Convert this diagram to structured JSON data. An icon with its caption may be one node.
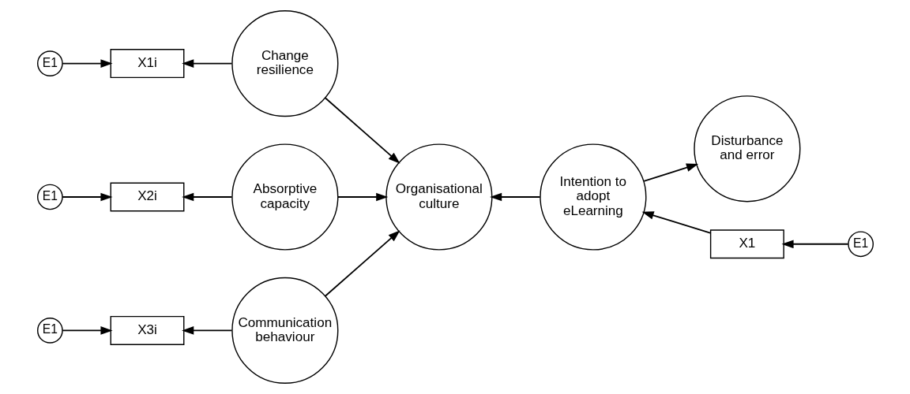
{
  "diagram": {
    "nodes": [
      {
        "text": [
          "E1"
        ]
      },
      {
        "text": [
          "X1i"
        ]
      },
      {
        "text": [
          "Change resilience"
        ]
      },
      {
        "text": [
          "Disturbance and error"
        ]
      },
      {
        "text": [
          "E1"
        ]
      },
      {
        "text": [
          "X2i"
        ]
      },
      {
        "text": [
          "Absorptive capacity"
        ]
      },
      {
        "text": [
          "Organisational culture"
        ]
      },
      {
        "text": [
          "Intention to adopt eLearning"
        ]
      },
      {
        "text": [
          "X1"
        ]
      },
      {
        "text": [
          "E1"
        ]
      },
      {
        "text": [
          "E1"
        ]
      },
      {
        "text": [
          "X3i"
        ]
      },
      {
        "text": [
          "Communication behaviour"
        ]
      }
    ],
    "edges": [
      {
        "from": 0,
        "to": 1,
        "arrow": "to"
      },
      {
        "from": 2,
        "to": 1,
        "arrow": "to"
      },
      {
        "from": 4,
        "to": 5,
        "arrow": "to"
      },
      {
        "from": 6,
        "to": 5,
        "arrow": "to"
      },
      {
        "from": 11,
        "to": 12,
        "arrow": "to"
      },
      {
        "from": 13,
        "to": 12,
        "arrow": "to"
      },
      {
        "from": 2,
        "to": 7,
        "arrow": "to"
      },
      {
        "from": 6,
        "to": 7,
        "arrow": "to"
      },
      {
        "from": 13,
        "to": 7,
        "arrow": "to"
      },
      {
        "from": 8,
        "to": 7,
        "arrow": "to"
      },
      {
        "from": 9,
        "to": 8,
        "arrow": "to"
      },
      {
        "from": 10,
        "to": 9,
        "arrow": "to"
      },
      {
        "from": 8,
        "to": 3,
        "arrow": "to"
      }
    ]
  }
}
